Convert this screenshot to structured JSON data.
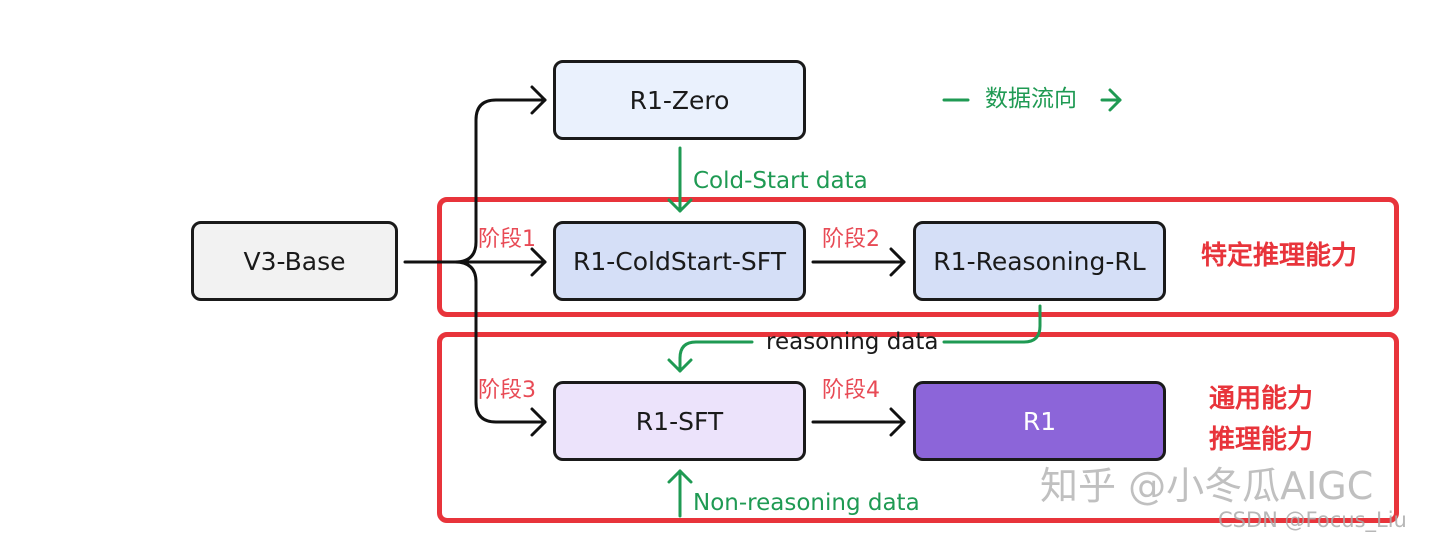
{
  "nodes": {
    "v3_base": "V3-Base",
    "r1_zero": "R1-Zero",
    "r1_coldstart_sft": "R1-ColdStart-SFT",
    "r1_reasoning_rl": "R1-Reasoning-RL",
    "r1_sft": "R1-SFT",
    "r1": "R1"
  },
  "edges": {
    "cold_start": "Cold-Start data",
    "reasoning": "reasoning data",
    "non_reasoning": "Non-reasoning data"
  },
  "stages": {
    "s1": "阶段1",
    "s2": "阶段2",
    "s3": "阶段3",
    "s4": "阶段4"
  },
  "legend": {
    "text": "数据流向"
  },
  "groups": {
    "specific": "特定推理能力",
    "general_1": "通用能力",
    "general_2": "推理能力"
  },
  "watermarks": {
    "zhihu": "知乎 @小冬瓜AIGC",
    "csdn": "CSDN @Focus_Liu"
  },
  "colors": {
    "frame": "#e8343b",
    "flow": "#1f9a53",
    "stage": "#e84a55",
    "r1_zero_fill": "#eaf1fd",
    "mid_fill": "#d5dff7",
    "sft_fill": "#ece3fb",
    "r1_fill": "#8c65d9",
    "base_fill": "#f2f2f2"
  }
}
